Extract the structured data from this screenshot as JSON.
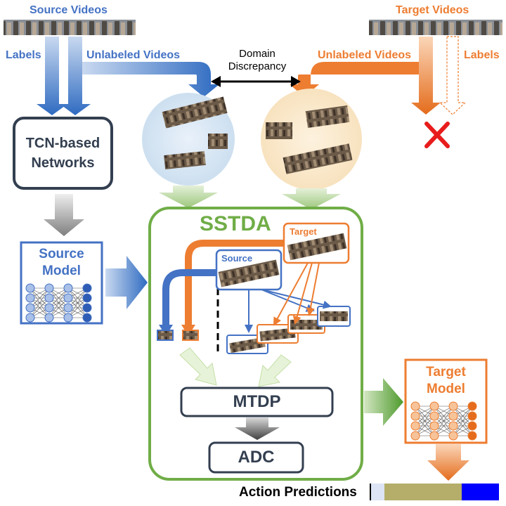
{
  "source": {
    "title": "Source Videos",
    "labels": "Labels",
    "unlabeled": "Unlabeled Videos"
  },
  "target": {
    "title": "Target Videos",
    "labels": "Labels",
    "unlabeled": "Unlabeled Videos"
  },
  "domain_discrepancy": {
    "line1": "Domain",
    "line2": "Discrepancy"
  },
  "tcn": {
    "line1": "TCN-based",
    "line2": "Networks"
  },
  "source_model": {
    "line1": "Source",
    "line2": "Model"
  },
  "target_model": {
    "line1": "Target",
    "line2": "Model"
  },
  "sstda": {
    "title": "SSTDA",
    "target_tag": "Target",
    "source_tag": "Source",
    "mtdp": "MTDP",
    "adc": "ADC"
  },
  "action_predictions": "Action Predictions",
  "colors": {
    "blue": "#4472c4",
    "orange": "#ed7d31",
    "green": "#70ad47",
    "dark": "#333f50",
    "pred_blue": "#0000ff",
    "pred_olive": "#b4ae6a"
  }
}
